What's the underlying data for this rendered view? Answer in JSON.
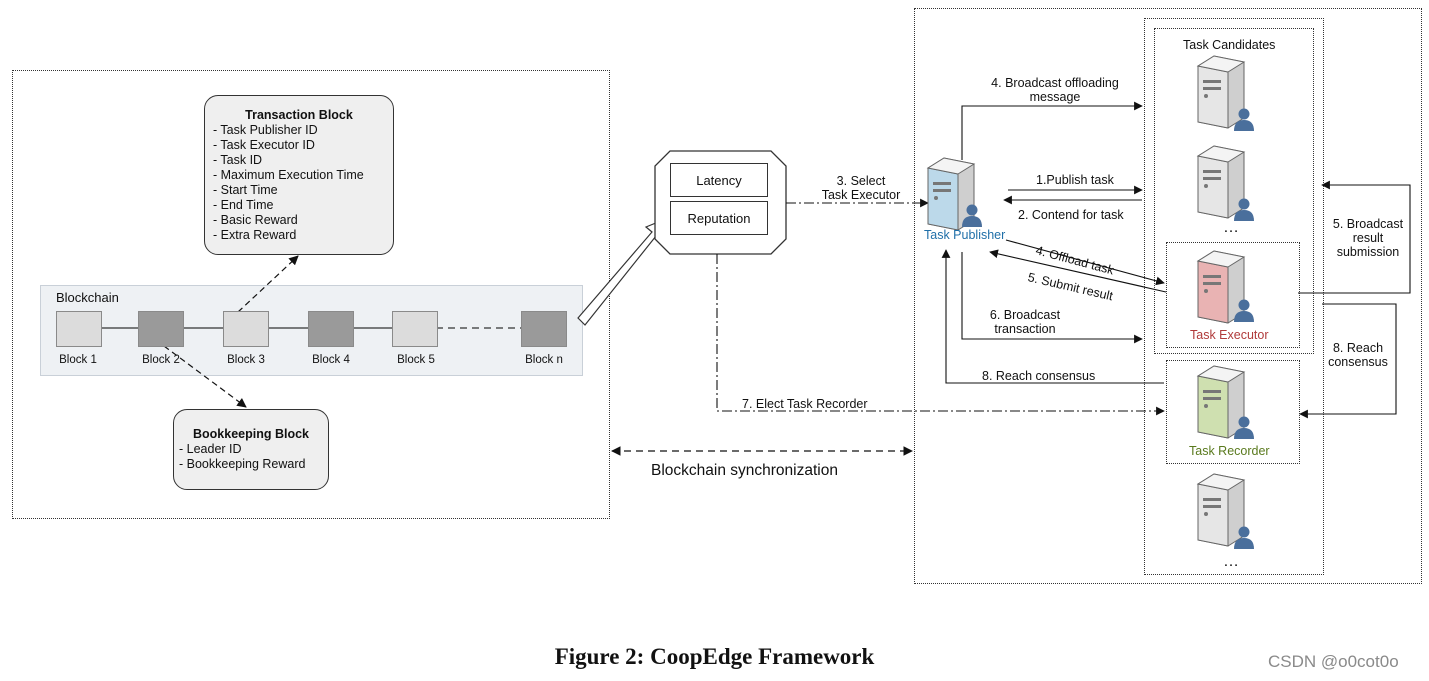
{
  "transaction_block": {
    "title": "Transaction Block",
    "fields": [
      "- Task Publisher ID",
      "- Task Executor ID",
      "- Task ID",
      "- Maximum Execution Time",
      "- Start Time",
      "- End Time",
      "- Basic Reward",
      "- Extra Reward"
    ]
  },
  "blockchain": {
    "label": "Blockchain",
    "blocks": [
      "Block 1",
      "Block 2",
      "Block 3",
      "Block 4",
      "Block 5",
      "Block n"
    ]
  },
  "bookkeeping_block": {
    "title": "Bookkeeping Block",
    "fields": [
      "- Leader ID",
      "- Bookkeeping Reward"
    ]
  },
  "metrics": {
    "latency": "Latency",
    "reputation": "Reputation"
  },
  "edges": {
    "select_executor_1": "3. Select",
    "select_executor_2": "Task Executor",
    "broadcast_offload_1": "4. Broadcast offloading",
    "broadcast_offload_2": "message",
    "publish_task": "1.Publish task",
    "contend_task": "2. Contend for task",
    "offload_task": "4. Offload task",
    "submit_result": "5. Submit result",
    "broadcast_tx_1": "6. Broadcast",
    "broadcast_tx_2": "transaction",
    "reach_consensus": "8. Reach consensus",
    "elect_recorder": "7. Elect Task Recorder",
    "broadcast_result_1": "5. Broadcast",
    "broadcast_result_2": "result",
    "broadcast_result_3": "submission",
    "reach_consensus_r1": "8. Reach",
    "reach_consensus_r2": "consensus",
    "sync": "Blockchain synchronization"
  },
  "nodes": {
    "task_publisher": "Task Publisher",
    "task_candidates": "Task Candidates",
    "task_executor": "Task Executor",
    "task_recorder": "Task Recorder",
    "ellipsis": "…"
  },
  "colors": {
    "publisher_label": "#1f6fa8",
    "executor_label": "#b03a3a",
    "recorder_label": "#5a7a1e",
    "executor_server": "#e9b3b3",
    "recorder_server": "#cfe0b0",
    "publisher_server": "#bcd9ea",
    "server_gray": "#e6e6e6",
    "user_icon": "#4a6f9c"
  },
  "caption": "Figure 2: CoopEdge Framework",
  "watermark": "CSDN @o0cot0o"
}
